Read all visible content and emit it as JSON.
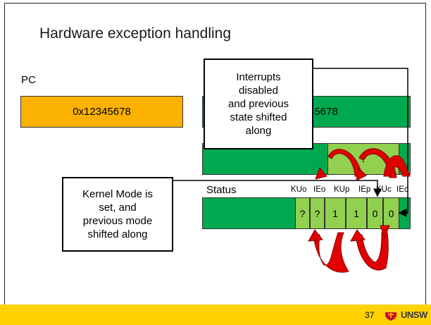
{
  "slide": {
    "title": "Hardware exception handling",
    "pc_label": "PC",
    "pc_value": "0x12345678",
    "saved_pc_partial": "45678",
    "epc_partial": "?",
    "status_label": "Status",
    "status_bit_labels": [
      "KUo",
      "IEo",
      "KUp",
      "IEp",
      "KUc",
      "IEc"
    ],
    "status_bits": [
      "?",
      "?",
      "1",
      "1",
      "0",
      "0"
    ],
    "callout_interrupts": [
      "Interrupts",
      "disabled",
      "and previous",
      "state shifted",
      "along"
    ],
    "callout_kernel": [
      "Kernel Mode is",
      "set, and",
      "previous mode",
      "shifted along"
    ],
    "page_number": "37",
    "logo_text": "UNSW",
    "colors": {
      "orange_register": "#fbb100",
      "green_register": "#00a94f",
      "light_green_register": "#92d050",
      "footer": "#ffd200",
      "arrow": "#cc0000"
    }
  }
}
